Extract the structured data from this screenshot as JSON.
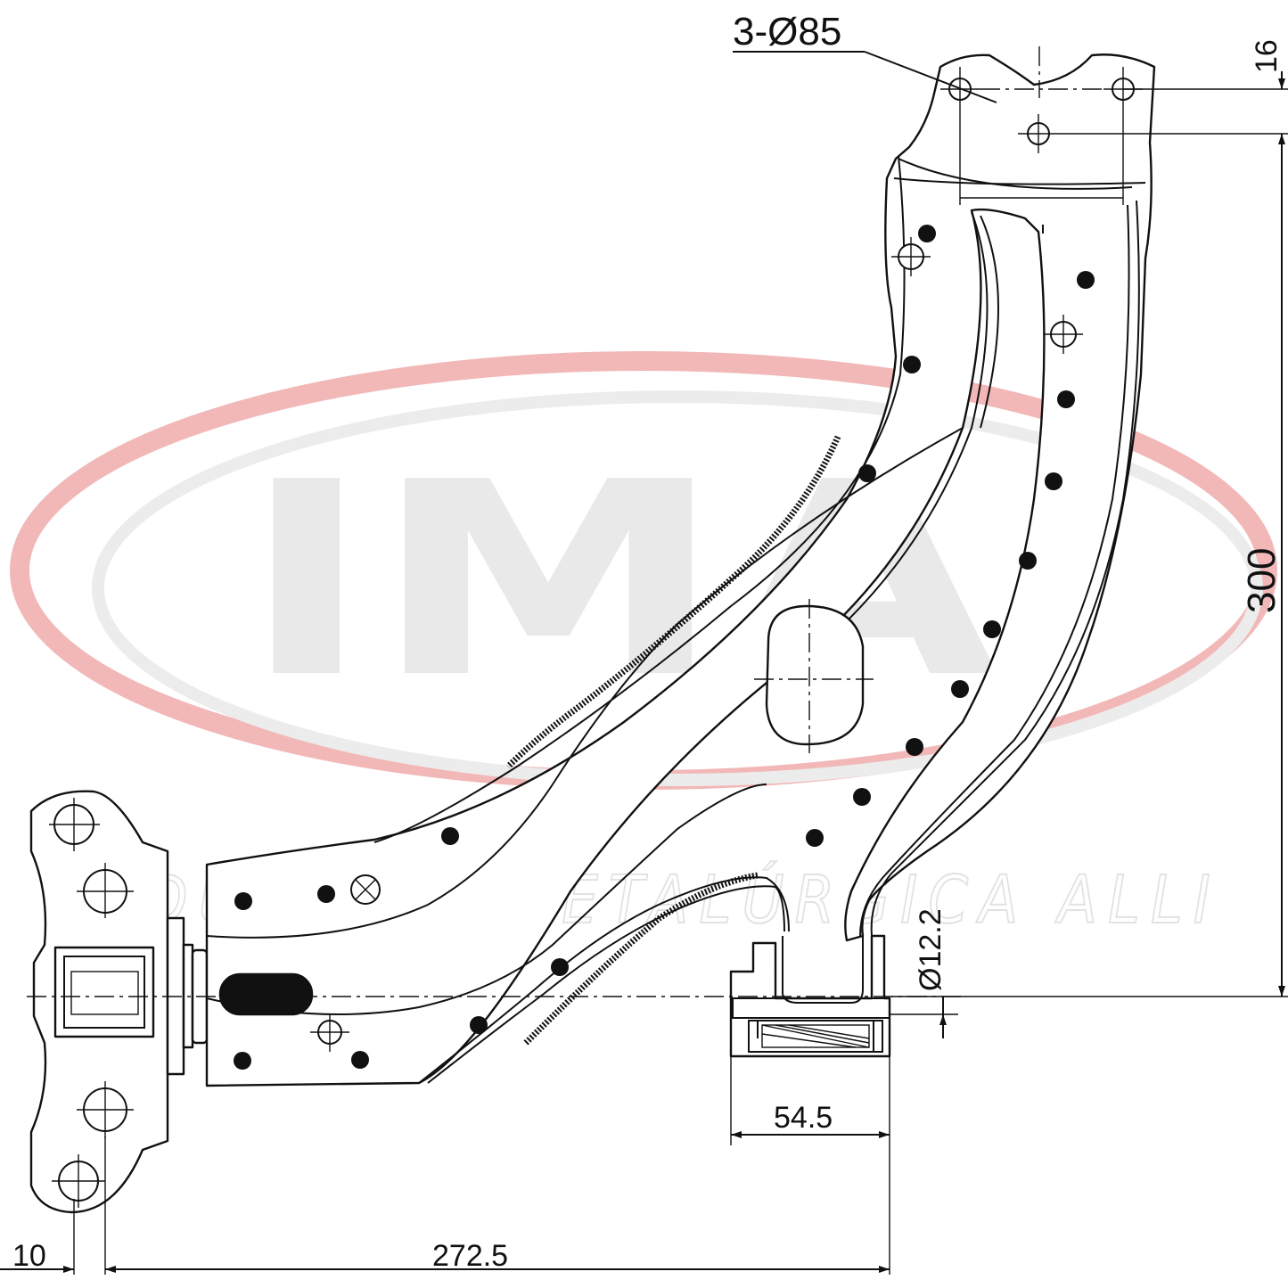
{
  "watermark": {
    "letters": "IMA",
    "subtitle": "INDUSTRIA METALÚRGICA ALLI",
    "ring_color": "#f2b8b8"
  },
  "dimensions": {
    "hole_spec": "3-Ø85",
    "top_offset": "16",
    "height": "300",
    "bushing_diameter": "Ø12.2",
    "bushing_width": "54.5",
    "left_offset": "10",
    "length": "272.5"
  }
}
